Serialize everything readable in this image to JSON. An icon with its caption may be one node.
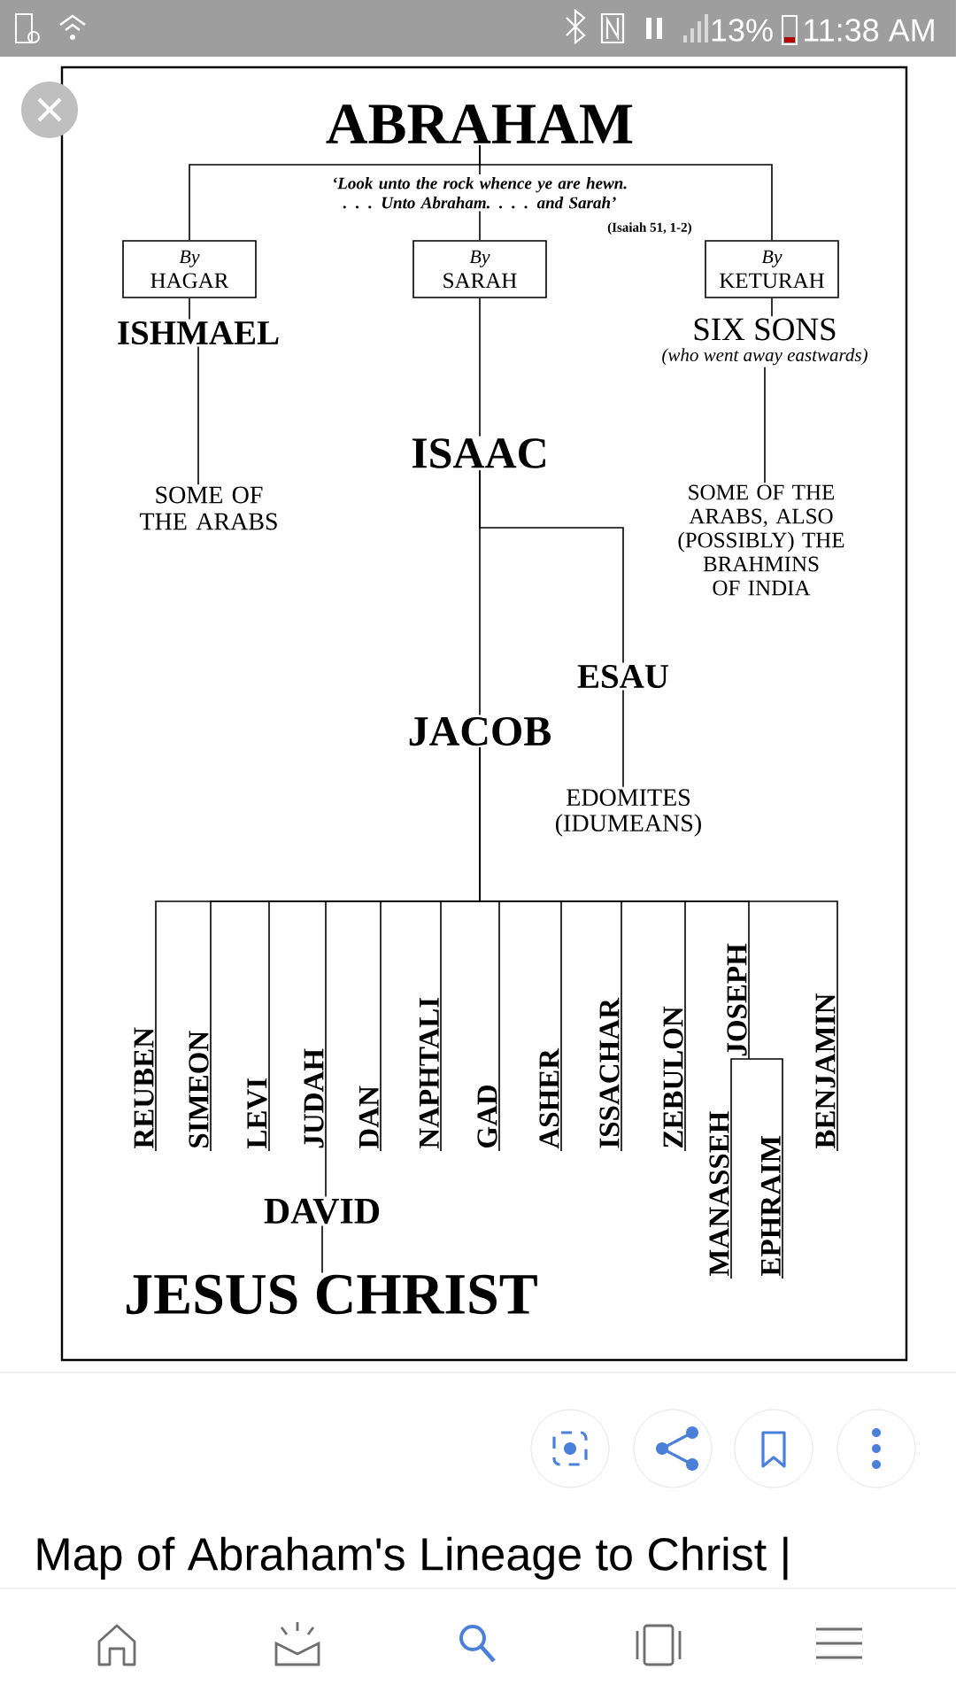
{
  "diagram": {
    "nodes": [
      {
        "text": [
          "ABRAHAM"
        ]
      },
      {
        "text": [
          "By",
          "HAGAR"
        ]
      },
      {
        "text": [
          "By",
          "SARAH"
        ]
      },
      {
        "text": [
          "By",
          "KETURAH"
        ]
      },
      {
        "text": [
          "ISHMAEL"
        ]
      },
      {
        "text": [
          "SIX SONS"
        ],
        "beside": [
          "(who went away eastwards)"
        ]
      },
      {
        "text": [
          "ISAAC"
        ]
      },
      {
        "text": [
          "SOME OF THE ARABS"
        ]
      },
      {
        "text": [
          "SOME OF THE ARABS, ALSO (POSSIBLY) THE BRAHMINS OF INDIA"
        ]
      },
      {
        "text": [
          "ESAU"
        ]
      },
      {
        "text": [
          "JACOB"
        ]
      },
      {
        "text": [
          "EDOMITES (IDUMEANS)"
        ]
      },
      {
        "text": [
          "REUBEN"
        ]
      },
      {
        "text": [
          "SIMEON"
        ]
      },
      {
        "text": [
          "LEVI"
        ]
      },
      {
        "text": [
          "JUDAH"
        ]
      },
      {
        "text": [
          "DAN"
        ]
      },
      {
        "text": [
          "NAPHTALI"
        ]
      },
      {
        "text": [
          "GAD"
        ]
      },
      {
        "text": [
          "ASHER"
        ]
      },
      {
        "text": [
          "ISSACHAR"
        ]
      },
      {
        "text": [
          "ZEBULON"
        ]
      },
      {
        "text": [
          "JOSEPH"
        ]
      },
      {
        "text": [
          "BENJAMIN"
        ]
      },
      {
        "text": [
          "MANASSEH"
        ]
      },
      {
        "text": [
          "EPHRAIM"
        ]
      },
      {
        "text": [
          "DAVID"
        ]
      },
      {
        "text": [
          "JESUS CHRIST"
        ]
      }
    ],
    "edges": [
      {
        "from": 0,
        "to": 1,
        "arrow": "none"
      },
      {
        "from": 0,
        "to": 2,
        "arrow": "none",
        "label": "‘Look unto the rock whence ye are hewn. . . . Unto Abraham. . . . and Sarah’"
      },
      {
        "from": 0,
        "to": 3,
        "arrow": "none"
      },
      {
        "from": 1,
        "to": 4,
        "arrow": "none"
      },
      {
        "from": 2,
        "to": 6,
        "arrow": "none"
      },
      {
        "from": 3,
        "to": 5,
        "arrow": "none"
      },
      {
        "from": 4,
        "to": 7,
        "arrow": "none"
      },
      {
        "from": 5,
        "to": 8,
        "arrow": "none"
      },
      {
        "from": 6,
        "to": 10,
        "arrow": "none"
      },
      {
        "from": 6,
        "to": 9,
        "arrow": "none"
      },
      {
        "from": 9,
        "to": 11,
        "arrow": "none"
      },
      {
        "from": 10,
        "to": 12,
        "arrow": "none"
      },
      {
        "from": 10,
        "to": 13,
        "arrow": "none"
      },
      {
        "from": 10,
        "to": 14,
        "arrow": "none"
      },
      {
        "from": 10,
        "to": 15,
        "arrow": "none"
      },
      {
        "from": 10,
        "to": 16,
        "arrow": "none"
      },
      {
        "from": 10,
        "to": 17,
        "arrow": "none"
      },
      {
        "from": 10,
        "to": 18,
        "arrow": "none"
      },
      {
        "from": 10,
        "to": 19,
        "arrow": "none"
      },
      {
        "from": 10,
        "to": 20,
        "arrow": "none"
      },
      {
        "from": 10,
        "to": 21,
        "arrow": "none"
      },
      {
        "from": 10,
        "to": 22,
        "arrow": "none"
      },
      {
        "from": 10,
        "to": 23,
        "arrow": "none"
      },
      {
        "from": 22,
        "to": 24,
        "arrow": "none"
      },
      {
        "from": 22,
        "to": 25,
        "arrow": "none"
      },
      {
        "from": 15,
        "to": 26,
        "arrow": "none"
      },
      {
        "from": 26,
        "to": 27,
        "arrow": "none"
      }
    ],
    "labels": [
      "13%",
      "11:38 AM",
      "(Isaiah 51, 1-2)",
      "Map of Abraham's Lineage to Christ |"
    ]
  }
}
